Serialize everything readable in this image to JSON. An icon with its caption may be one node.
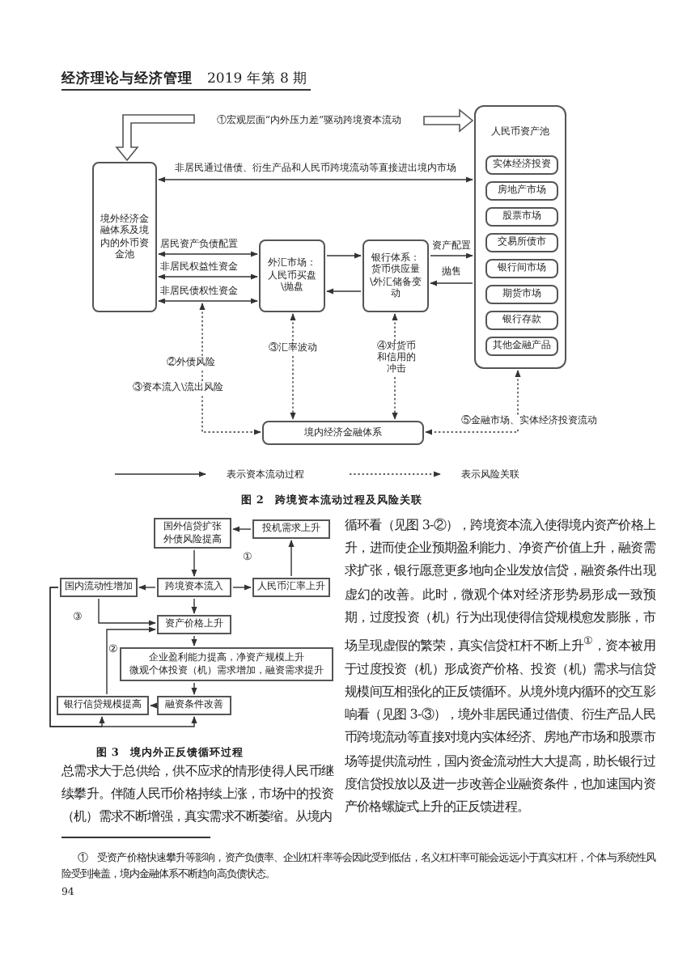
{
  "diagram": {
    "nodes": [
      {
        "text": [
          "①宏观层面“内外压力差”驱动跨境资本流动"
        ]
      },
      {
        "text": [
          "境外经济金融体系及境内的外币资金池"
        ]
      },
      {
        "text": [
          "人民币资产池"
        ]
      },
      {
        "text": [
          "实体经济投资"
        ],
        "in": 2
      },
      {
        "text": [
          "房地产市场"
        ],
        "in": 2
      },
      {
        "text": [
          "股票市场"
        ],
        "in": 2
      },
      {
        "text": [
          "交易所债市"
        ],
        "in": 2
      },
      {
        "text": [
          "银行间市场"
        ],
        "in": 2
      },
      {
        "text": [
          "期货市场"
        ],
        "in": 2
      },
      {
        "text": [
          "银行存款"
        ],
        "in": 2
      },
      {
        "text": [
          "其他金融产品"
        ],
        "in": 2
      },
      {
        "text": [
          "外汇市场：人民币买盘\\抛盘"
        ]
      },
      {
        "text": [
          "银行体系：货币供应量\\外汇储备变动"
        ]
      },
      {
        "text": [
          "境内经济金融体系"
        ]
      },
      {
        "text": [
          "国外信贷扩张",
          "外债风险提高"
        ]
      },
      {
        "text": [
          "投机需求上升"
        ]
      },
      {
        "text": [
          "国内流动性增加"
        ]
      },
      {
        "text": [
          "跨境资本流入"
        ]
      },
      {
        "text": [
          "人民币汇率上升"
        ]
      },
      {
        "text": [
          "资产价格上升"
        ]
      },
      {
        "text": [
          "企业盈利能力提高，净资产规模上升",
          "微观个体投资（机）需求增加，融资需求提升"
        ]
      },
      {
        "text": [
          "银行信贷规模提高"
        ]
      },
      {
        "text": [
          "融资条件改善"
        ]
      }
    ],
    "edges": [
      {
        "from": 0,
        "to": 1,
        "arrow": "to",
        "style": "thick"
      },
      {
        "from": 0,
        "to": 2,
        "arrow": "to",
        "style": "thick"
      },
      {
        "from": 1,
        "to": 2,
        "arrow": "both",
        "label": "非居民通过借债、衍生产品和人民币跨境流动等直接进出境内市场"
      },
      {
        "from": 1,
        "to": 11,
        "arrow": "both",
        "label": "居民资产负债配置"
      },
      {
        "from": 1,
        "to": 11,
        "arrow": "both",
        "label": "非居民权益性资金"
      },
      {
        "from": 1,
        "to": 11,
        "arrow": "both",
        "label": "非居民债权性资金"
      },
      {
        "from": 11,
        "to": 12,
        "arrow": "to"
      },
      {
        "from": 12,
        "to": 11,
        "arrow": "to"
      },
      {
        "from": 12,
        "to": 2,
        "arrow": "to",
        "label": "资产配置"
      },
      {
        "from": 2,
        "to": 12,
        "arrow": "to",
        "label": "抛售"
      },
      {
        "from": null,
        "to": 13,
        "arrow": "both",
        "style": "dashed",
        "label": "②外债风险"
      },
      {
        "from": 11,
        "to": 13,
        "arrow": "both",
        "style": "dashed",
        "label": "③汇率波动"
      },
      {
        "from": 12,
        "to": 13,
        "arrow": "both",
        "style": "dashed",
        "label": "④对货币和信用的冲击"
      },
      {
        "from": 2,
        "to": 13,
        "arrow": "both",
        "style": "dashed",
        "label": "⑤金融市场、实体经济投资流动"
      },
      {
        "from": 14,
        "to": 17,
        "arrow": "to"
      },
      {
        "from": 17,
        "to": 18,
        "arrow": "to"
      },
      {
        "from": 18,
        "to": 15,
        "arrow": "to"
      },
      {
        "from": 15,
        "to": 14,
        "arrow": "to"
      },
      {
        "from": 17,
        "to": 16,
        "arrow": "to"
      },
      {
        "from": 17,
        "to": 19,
        "arrow": "to"
      },
      {
        "from": 16,
        "to": 19,
        "arrow": "to"
      },
      {
        "from": 19,
        "to": 20,
        "arrow": "to"
      },
      {
        "from": 20,
        "to": 22,
        "arrow": "to"
      },
      {
        "from": 22,
        "to": 21,
        "arrow": "to"
      },
      {
        "from": 21,
        "to": 19,
        "arrow": "to"
      },
      {
        "from": 16,
        "to": 21,
        "arrow": "to"
      },
      {
        "from": 16,
        "to": 22,
        "arrow": "to"
      }
    ],
    "labels": [
      "**经济理论与经济管理**　2019 年第 8 期",
      "③资本流入\\流出风险",
      "图 2　跨境资本流动过程及风险关联",
      "①",
      "②",
      "③",
      "图 3　境内外正反馈循环过程",
      "总需求大于总供给，供不应求的情形使得人民币继续攀升。伴随人民币价格持续上涨，市场中的投资（机）需求不断增强，真实需求不断萎缩。从境内",
      "循环看（见图 3-②），跨境资本流入使得境内资产价格上升，进而使企业预期盈利能力、净资产价值上升，融资需求扩张，银行愿意更多地向企业发放信贷，融资条件出现虚幻的改善。此时，微观个体对经济形势易形成一致预期，过度投资（机）行为出现使得信贷规模愈发膨胀，市场呈现虚假的繁荣，真实信贷杠杆不断上升$^{①}$，资本被用于过度投资（机）形成资产价格、投资（机）需求与信贷规模间互相强化的正反馈循环。从境外境内循环的交互影响看（见图 3-③），境外非居民通过借债、衍生产品人民币跨境流动等直接对境内实体经济、房地产市场和股票市场等提供流动性，国内资金流动性大大提高，助长银行过度信贷投放以及进一步改善企业融资条件，也加速国内资产价格螺旋式上升的正反馈进程。",
      "①　受资产价格快速攀升等影响，资产负债率、企业杠杆率等会因此受到低估，名义杠杆率可能会远远小于真实杠杆，个体与系统性风险受到掩盖，境内金融体系不断趋向高负债状态。",
      "94"
    ],
    "legend": [
      {
        "text": "表示资本流动过程"
      },
      {
        "text": "表示风险关联"
      }
    ]
  }
}
